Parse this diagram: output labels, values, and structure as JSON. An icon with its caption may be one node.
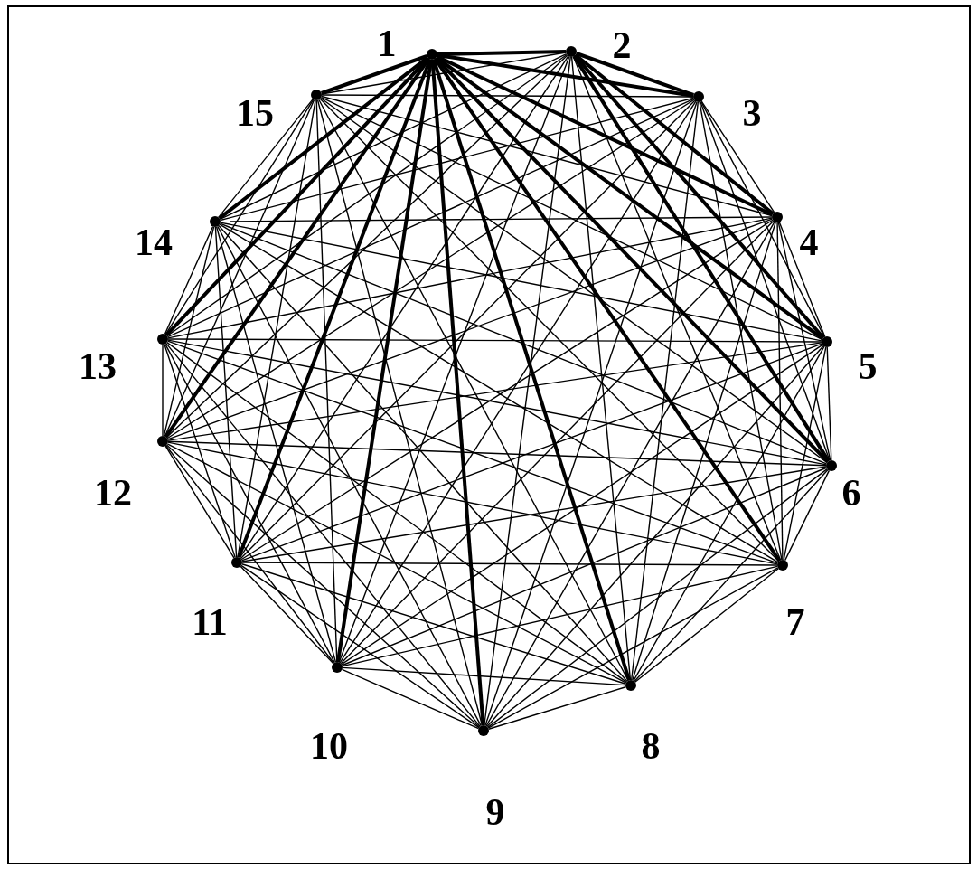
{
  "diagram": {
    "nodes": [
      {
        "text": [],
        "shape": "circle",
        "beside": [
          "1"
        ]
      },
      {
        "text": [],
        "shape": "circle",
        "beside": [
          "2"
        ]
      },
      {
        "text": [],
        "shape": "circle",
        "beside": [
          "3"
        ]
      },
      {
        "text": [],
        "shape": "circle",
        "beside": [
          "4"
        ]
      },
      {
        "text": [],
        "shape": "circle",
        "beside": [
          "5"
        ]
      },
      {
        "text": [],
        "shape": "circle",
        "beside": [
          "6"
        ]
      },
      {
        "text": [],
        "shape": "circle",
        "beside": [
          "7"
        ]
      },
      {
        "text": [],
        "shape": "circle",
        "beside": [
          "8"
        ]
      },
      {
        "text": [],
        "shape": "circle",
        "beside": [
          "9"
        ]
      },
      {
        "text": [],
        "shape": "circle",
        "beside": [
          "10"
        ]
      },
      {
        "text": [],
        "shape": "circle",
        "beside": [
          "11"
        ]
      },
      {
        "text": [],
        "shape": "circle",
        "beside": [
          "12"
        ]
      },
      {
        "text": [],
        "shape": "circle",
        "beside": [
          "13"
        ]
      },
      {
        "text": [],
        "shape": "circle",
        "beside": [
          "14"
        ]
      },
      {
        "text": [],
        "shape": "circle",
        "beside": [
          "15"
        ]
      }
    ],
    "edges": [
      {
        "from": 0,
        "to": 1,
        "arrow": "none",
        "style": "thick"
      },
      {
        "from": 0,
        "to": 2,
        "arrow": "none",
        "style": "thick"
      },
      {
        "from": 0,
        "to": 3,
        "arrow": "none",
        "style": "thick"
      },
      {
        "from": 0,
        "to": 4,
        "arrow": "none",
        "style": "thick"
      },
      {
        "from": 0,
        "to": 5,
        "arrow": "none",
        "style": "thick"
      },
      {
        "from": 0,
        "to": 6,
        "arrow": "none",
        "style": "thick"
      },
      {
        "from": 0,
        "to": 7,
        "arrow": "none",
        "style": "thick"
      },
      {
        "from": 0,
        "to": 8,
        "arrow": "none",
        "style": "thick"
      },
      {
        "from": 0,
        "to": 9,
        "arrow": "none",
        "style": "thick"
      },
      {
        "from": 0,
        "to": 10,
        "arrow": "none",
        "style": "thick"
      },
      {
        "from": 0,
        "to": 11,
        "arrow": "none",
        "style": "thick"
      },
      {
        "from": 0,
        "to": 12,
        "arrow": "none",
        "style": "thick"
      },
      {
        "from": 0,
        "to": 13,
        "arrow": "none",
        "style": "thick"
      },
      {
        "from": 0,
        "to": 14,
        "arrow": "none",
        "style": "thick"
      },
      {
        "from": 1,
        "to": 2,
        "arrow": "none",
        "style": "thick"
      },
      {
        "from": 1,
        "to": 3,
        "arrow": "none",
        "style": "thick"
      },
      {
        "from": 1,
        "to": 4,
        "arrow": "none",
        "style": "thick"
      },
      {
        "from": 1,
        "to": 5,
        "arrow": "none",
        "style": "thick"
      },
      {
        "from": 1,
        "to": 6,
        "arrow": "none"
      },
      {
        "from": 1,
        "to": 7,
        "arrow": "none"
      },
      {
        "from": 1,
        "to": 8,
        "arrow": "none"
      },
      {
        "from": 1,
        "to": 9,
        "arrow": "none"
      },
      {
        "from": 1,
        "to": 10,
        "arrow": "none"
      },
      {
        "from": 1,
        "to": 11,
        "arrow": "none"
      },
      {
        "from": 1,
        "to": 12,
        "arrow": "none"
      },
      {
        "from": 1,
        "to": 13,
        "arrow": "none"
      },
      {
        "from": 1,
        "to": 14,
        "arrow": "none"
      },
      {
        "from": 2,
        "to": 3,
        "arrow": "none"
      },
      {
        "from": 2,
        "to": 4,
        "arrow": "none"
      },
      {
        "from": 2,
        "to": 5,
        "arrow": "none"
      },
      {
        "from": 2,
        "to": 6,
        "arrow": "none"
      },
      {
        "from": 2,
        "to": 7,
        "arrow": "none"
      },
      {
        "from": 2,
        "to": 8,
        "arrow": "none"
      },
      {
        "from": 2,
        "to": 9,
        "arrow": "none"
      },
      {
        "from": 2,
        "to": 10,
        "arrow": "none"
      },
      {
        "from": 2,
        "to": 11,
        "arrow": "none"
      },
      {
        "from": 2,
        "to": 12,
        "arrow": "none"
      },
      {
        "from": 2,
        "to": 13,
        "arrow": "none"
      },
      {
        "from": 2,
        "to": 14,
        "arrow": "none"
      },
      {
        "from": 3,
        "to": 4,
        "arrow": "none"
      },
      {
        "from": 3,
        "to": 5,
        "arrow": "none"
      },
      {
        "from": 3,
        "to": 6,
        "arrow": "none"
      },
      {
        "from": 3,
        "to": 7,
        "arrow": "none"
      },
      {
        "from": 3,
        "to": 8,
        "arrow": "none"
      },
      {
        "from": 3,
        "to": 9,
        "arrow": "none"
      },
      {
        "from": 3,
        "to": 10,
        "arrow": "none"
      },
      {
        "from": 3,
        "to": 11,
        "arrow": "none"
      },
      {
        "from": 3,
        "to": 12,
        "arrow": "none"
      },
      {
        "from": 3,
        "to": 13,
        "arrow": "none"
      },
      {
        "from": 3,
        "to": 14,
        "arrow": "none"
      },
      {
        "from": 4,
        "to": 5,
        "arrow": "none"
      },
      {
        "from": 4,
        "to": 6,
        "arrow": "none"
      },
      {
        "from": 4,
        "to": 7,
        "arrow": "none"
      },
      {
        "from": 4,
        "to": 8,
        "arrow": "none"
      },
      {
        "from": 4,
        "to": 9,
        "arrow": "none"
      },
      {
        "from": 4,
        "to": 10,
        "arrow": "none"
      },
      {
        "from": 4,
        "to": 11,
        "arrow": "none"
      },
      {
        "from": 4,
        "to": 12,
        "arrow": "none"
      },
      {
        "from": 4,
        "to": 13,
        "arrow": "none"
      },
      {
        "from": 4,
        "to": 14,
        "arrow": "none"
      },
      {
        "from": 5,
        "to": 6,
        "arrow": "none"
      },
      {
        "from": 5,
        "to": 7,
        "arrow": "none"
      },
      {
        "from": 5,
        "to": 8,
        "arrow": "none"
      },
      {
        "from": 5,
        "to": 9,
        "arrow": "none"
      },
      {
        "from": 5,
        "to": 10,
        "arrow": "none"
      },
      {
        "from": 5,
        "to": 11,
        "arrow": "none"
      },
      {
        "from": 5,
        "to": 12,
        "arrow": "none"
      },
      {
        "from": 5,
        "to": 13,
        "arrow": "none"
      },
      {
        "from": 5,
        "to": 14,
        "arrow": "none"
      },
      {
        "from": 6,
        "to": 7,
        "arrow": "none"
      },
      {
        "from": 6,
        "to": 8,
        "arrow": "none"
      },
      {
        "from": 6,
        "to": 9,
        "arrow": "none"
      },
      {
        "from": 6,
        "to": 10,
        "arrow": "none"
      },
      {
        "from": 6,
        "to": 11,
        "arrow": "none"
      },
      {
        "from": 6,
        "to": 12,
        "arrow": "none"
      },
      {
        "from": 6,
        "to": 13,
        "arrow": "none"
      },
      {
        "from": 6,
        "to": 14,
        "arrow": "none"
      },
      {
        "from": 7,
        "to": 8,
        "arrow": "none"
      },
      {
        "from": 7,
        "to": 9,
        "arrow": "none"
      },
      {
        "from": 7,
        "to": 10,
        "arrow": "none"
      },
      {
        "from": 7,
        "to": 11,
        "arrow": "none"
      },
      {
        "from": 7,
        "to": 12,
        "arrow": "none"
      },
      {
        "from": 7,
        "to": 13,
        "arrow": "none"
      },
      {
        "from": 7,
        "to": 14,
        "arrow": "none"
      },
      {
        "from": 8,
        "to": 9,
        "arrow": "none"
      },
      {
        "from": 8,
        "to": 10,
        "arrow": "none"
      },
      {
        "from": 8,
        "to": 11,
        "arrow": "none"
      },
      {
        "from": 8,
        "to": 12,
        "arrow": "none"
      },
      {
        "from": 8,
        "to": 13,
        "arrow": "none"
      },
      {
        "from": 8,
        "to": 14,
        "arrow": "none"
      },
      {
        "from": 9,
        "to": 10,
        "arrow": "none"
      },
      {
        "from": 9,
        "to": 11,
        "arrow": "none"
      },
      {
        "from": 9,
        "to": 12,
        "arrow": "none"
      },
      {
        "from": 9,
        "to": 13,
        "arrow": "none"
      },
      {
        "from": 9,
        "to": 14,
        "arrow": "none"
      },
      {
        "from": 10,
        "to": 11,
        "arrow": "none"
      },
      {
        "from": 10,
        "to": 12,
        "arrow": "none"
      },
      {
        "from": 10,
        "to": 13,
        "arrow": "none"
      },
      {
        "from": 10,
        "to": 14,
        "arrow": "none"
      },
      {
        "from": 11,
        "to": 12,
        "arrow": "none"
      },
      {
        "from": 11,
        "to": 13,
        "arrow": "none"
      },
      {
        "from": 11,
        "to": 14,
        "arrow": "none"
      },
      {
        "from": 12,
        "to": 13,
        "arrow": "none"
      },
      {
        "from": 12,
        "to": 14,
        "arrow": "none"
      },
      {
        "from": 13,
        "to": 14,
        "arrow": "none"
      }
    ]
  }
}
